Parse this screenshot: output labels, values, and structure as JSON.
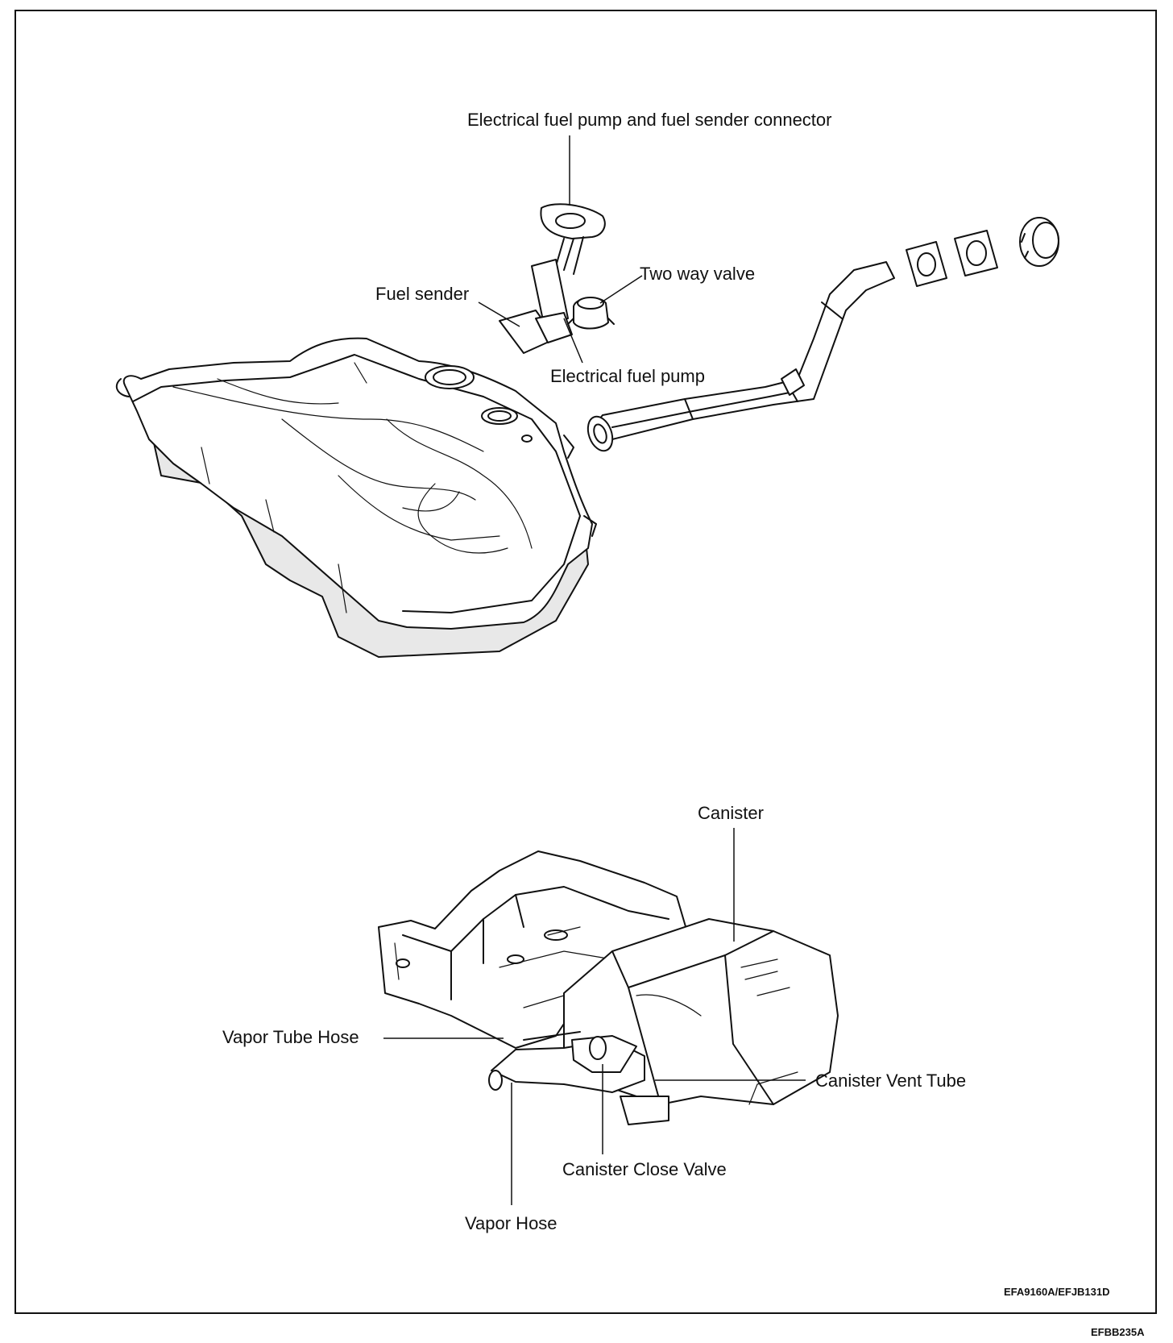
{
  "top_assembly": {
    "labels": {
      "connector": "Electrical fuel pump and fuel sender connector",
      "fuel_sender": "Fuel sender",
      "two_way_valve": "Two way valve",
      "electrical_fuel_pump": "Electrical fuel pump"
    }
  },
  "bottom_assembly": {
    "labels": {
      "canister": "Canister",
      "vapor_tube_hose": "Vapor Tube Hose",
      "canister_vent_tube": "Canister Vent Tube",
      "canister_close_valve": "Canister Close Valve",
      "vapor_hose": "Vapor Hose"
    }
  },
  "codes": {
    "inner": "EFA9160A/EFJB131D",
    "outer": "EFBB235A"
  }
}
